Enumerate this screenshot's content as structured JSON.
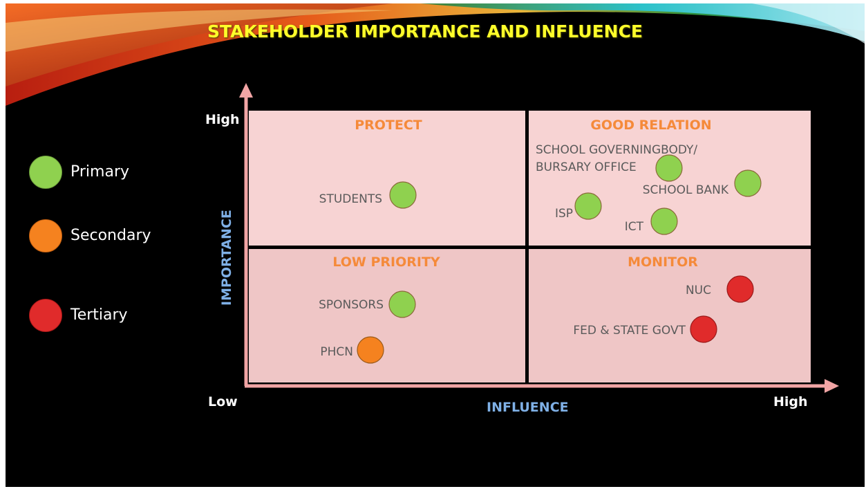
{
  "title": "STAKEHOLDER IMPORTANCE AND INFLUENCE",
  "legend": [
    {
      "label": "Primary",
      "color": "#8fd14f"
    },
    {
      "label": "Secondary",
      "color": "#f5821f"
    },
    {
      "label": "Tertiary",
      "color": "#e02b2b"
    }
  ],
  "axes": {
    "y_label": "IMPORTANCE",
    "x_label": "INFLUENCE",
    "y_high": "High",
    "x_low": "Low",
    "x_high": "High"
  },
  "quadrants": {
    "top_left": "PROTECT",
    "top_right": "GOOD RELATION",
    "bottom_left": "LOW PRIORITY",
    "bottom_right": "MONITOR"
  },
  "stakeholders": [
    {
      "label": "STUDENTS",
      "category": "Primary"
    },
    {
      "label": "SCHOOL GOVERNINGBODY/",
      "label2": "BURSARY OFFICE",
      "category": "Primary"
    },
    {
      "label": "SCHOOL BANK",
      "category": "Primary"
    },
    {
      "label": "ISP",
      "category": "Primary"
    },
    {
      "label": "ICT",
      "category": "Primary"
    },
    {
      "label": "SPONSORS",
      "category": "Primary"
    },
    {
      "label": "PHCN",
      "category": "Secondary"
    },
    {
      "label": "NUC",
      "category": "Tertiary"
    },
    {
      "label": "FED & STATE GOVT",
      "category": "Tertiary"
    }
  ],
  "colors": {
    "title": "#ffff2a",
    "quadrant_top": "#f7d3d3",
    "quadrant_bottom": "#efc6c6",
    "quadrant_title": "#f58a3a",
    "axis": "#f2a5a5",
    "axis_label": "#7fb0e6",
    "stake_text": "#5a5a5a"
  }
}
